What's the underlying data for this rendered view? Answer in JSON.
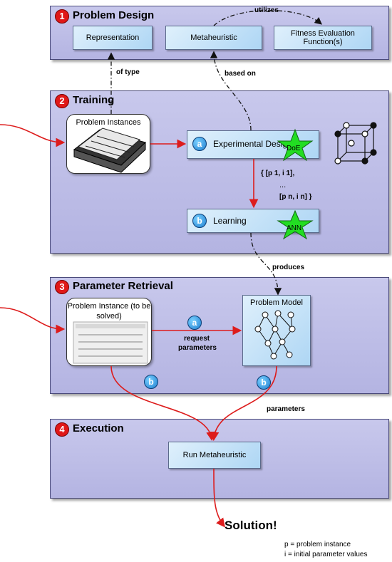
{
  "stages": {
    "problem_design": {
      "number": "1",
      "title": "Problem Design"
    },
    "training": {
      "number": "2",
      "title": "Training"
    },
    "parameter_retrieval": {
      "number": "3",
      "title": "Parameter Retrieval"
    },
    "execution": {
      "number": "4",
      "title": "Execution"
    }
  },
  "problem_design": {
    "representation": "Representation",
    "metaheuristic": "Metaheuristic",
    "fitness_line1": "Fitness Evaluation",
    "fitness_line2": "Function(s)",
    "utilizes": "utilizes"
  },
  "edges": {
    "of_type": "of type",
    "based_on": "based on",
    "produces": "produces",
    "parameters": "parameters",
    "request_line1": "request",
    "request_line2": "parameters"
  },
  "training": {
    "problem_instances": "Problem Instances",
    "experimental_design": "Experimental Design",
    "learning": "Learning",
    "badge_a": "a",
    "badge_b": "b",
    "doe": "DoE",
    "ann": "ANN",
    "set_line1": "{ [p 1, i 1],",
    "set_line2": "...",
    "set_line3": "[p n, i n] }"
  },
  "retrieval": {
    "instance_line1": "Problem Instance",
    "instance_line2": "(to be solved)",
    "problem_model": "Problem Model",
    "badge_a": "a",
    "badge_b1": "b",
    "badge_b2": "b"
  },
  "execution": {
    "run": "Run Metaheuristic",
    "solution": "Solution!"
  },
  "legend": {
    "p": "p = problem  instance",
    "i": "i = initial parameter values"
  },
  "colors": {
    "panel": "#bcbce6",
    "box": "#bfe0f7",
    "stage_number": "#e01818",
    "badge": "#1f7fd0",
    "arrow": "#dd1c1c",
    "star": "#22dd22"
  }
}
